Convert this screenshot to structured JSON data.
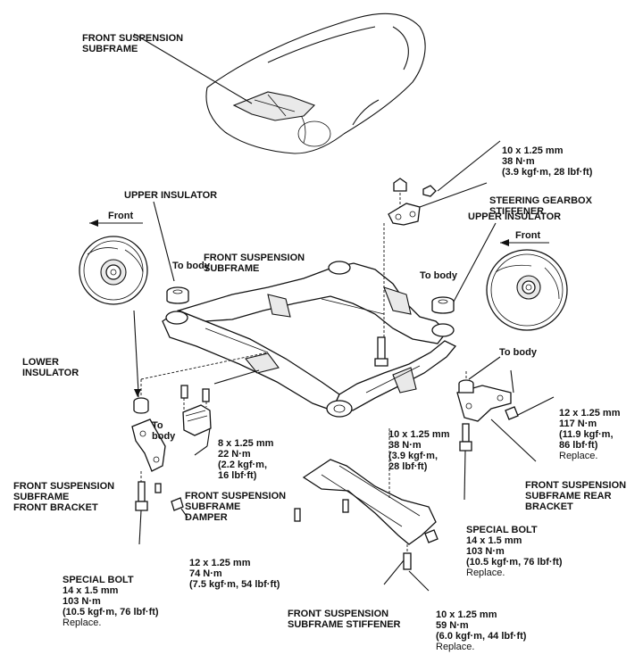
{
  "labels": {
    "top_subframe": [
      "FRONT SUSPENSION",
      "SUBFRAME"
    ],
    "torque_gearbox_stiffener": [
      "10 x 1.25 mm",
      "38 N·m",
      "(3.9 kgf·m, 28 lbf·ft)"
    ],
    "steering_gearbox_stiffener": [
      "STEERING GEARBOX",
      "STIFFENER"
    ],
    "upper_insulator_left": "UPPER INSULATOR",
    "upper_insulator_right": "UPPER INSULATOR",
    "front_left": "Front",
    "front_right": "Front",
    "subframe_center": [
      "FRONT SUSPENSION",
      "SUBFRAME"
    ],
    "to_body_left_upper": "To body",
    "to_body_right_upper": "To body",
    "to_body_right_lower": "To body",
    "to_body_left_lower": [
      "To",
      "body"
    ],
    "lower_insulator": [
      "LOWER",
      "INSULATOR"
    ],
    "torque_rear_bracket_bolt": [
      "12 x 1.25 mm",
      "117 N·m",
      "(11.9 kgf·m,",
      "86 lbf·ft)"
    ],
    "torque_rear_bracket_note": "Replace.",
    "torque_center_bolt": [
      "10 x 1.25 mm",
      "38 N·m",
      "(3.9 kgf·m,",
      "28 lbf·ft)"
    ],
    "torque_damper_bolt": [
      "8 x 1.25 mm",
      "22 N·m",
      "(2.2 kgf·m,",
      "16 lbf·ft)"
    ],
    "front_bracket": [
      "FRONT SUSPENSION",
      "SUBFRAME",
      "FRONT BRACKET"
    ],
    "damper": [
      "FRONT SUSPENSION",
      "SUBFRAME",
      "DAMPER"
    ],
    "rear_bracket": [
      "FRONT SUSPENSION",
      "SUBFRAME REAR",
      "BRACKET"
    ],
    "special_bolt_right": [
      "SPECIAL BOLT",
      "14 x 1.5 mm",
      "103 N·m",
      "(10.5 kgf·m, 76 lbf·ft)"
    ],
    "special_bolt_right_note": "Replace.",
    "torque_front_bracket_bolt": [
      "12 x 1.25 mm",
      "74 N·m",
      "(7.5 kgf·m, 54 lbf·ft)"
    ],
    "special_bolt_left": [
      "SPECIAL BOLT",
      "14 x 1.5 mm",
      "103 N·m",
      "(10.5 kgf·m, 76 lbf·ft)"
    ],
    "special_bolt_left_note": "Replace.",
    "subframe_stiffener": [
      "FRONT SUSPENSION",
      "SUBFRAME STIFFENER"
    ],
    "torque_stiffener_bolt": [
      "10 x 1.25 mm",
      "59 N·m",
      "(6.0 kgf·m, 44 lbf·ft)"
    ],
    "torque_stiffener_note": "Replace."
  }
}
